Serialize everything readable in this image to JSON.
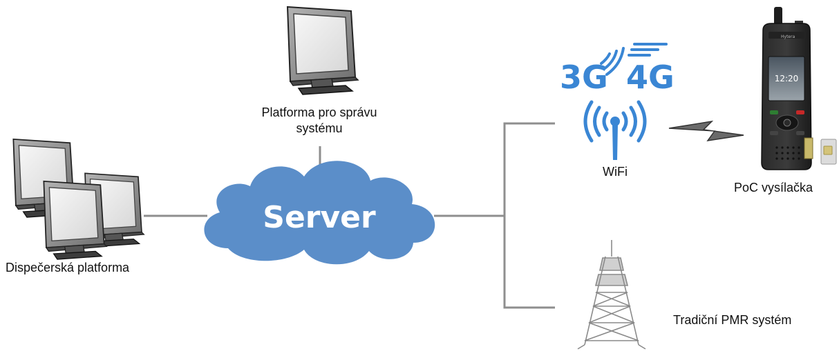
{
  "cloud": {
    "label": "Server",
    "color": "#5b8ec9"
  },
  "management": {
    "label_line1": "Platforma pro správu",
    "label_line2": "systému"
  },
  "dispatch": {
    "label": "Dispečerská platforma"
  },
  "network": {
    "g3": "3G",
    "g4": "4G",
    "wifi_label": "WiFi",
    "accent": "#3a86d4"
  },
  "radio": {
    "label": "PoC vysílačka",
    "brand": "Hytera",
    "clock": "12:20"
  },
  "pmr": {
    "label": "Tradiční PMR systém"
  }
}
